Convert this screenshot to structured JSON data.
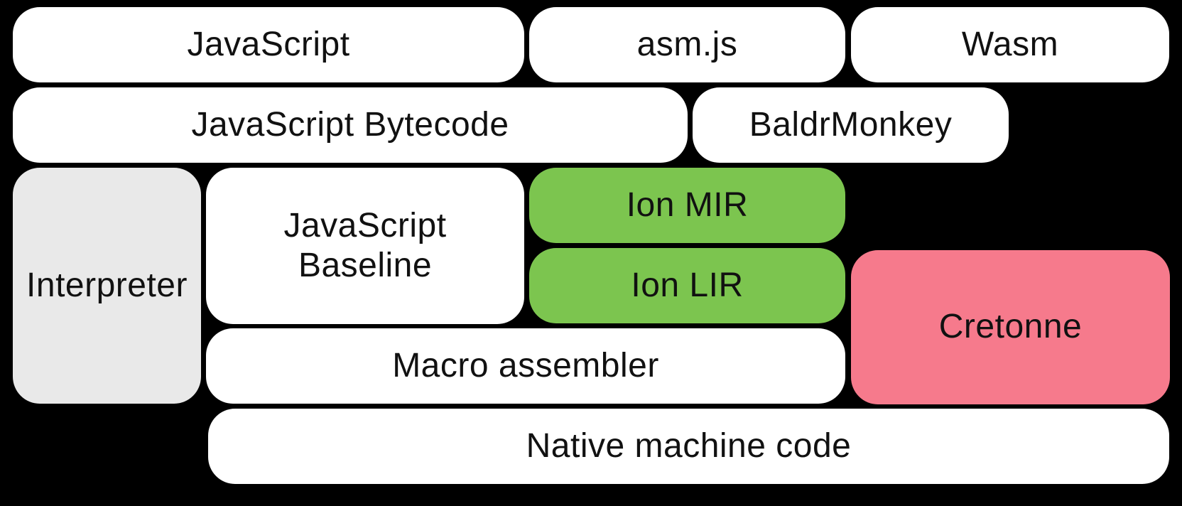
{
  "diagram": {
    "colors": {
      "background": "#000000",
      "box_default": "#FFFFFF",
      "interpreter_gray": "#E9E9E9",
      "ion_green": "#7CC54F",
      "cretonne_pink": "#F67A8C",
      "text": "#111111"
    },
    "nodes": {
      "javascript": {
        "label": "JavaScript",
        "fill": "#FFFFFF"
      },
      "asmjs": {
        "label": "asm.js",
        "fill": "#FFFFFF"
      },
      "wasm": {
        "label": "Wasm",
        "fill": "#FFFFFF"
      },
      "bytecode": {
        "label": "JavaScript Bytecode",
        "fill": "#FFFFFF"
      },
      "baldrmonkey": {
        "label": "BaldrMonkey",
        "fill": "#FFFFFF"
      },
      "interpreter": {
        "label": "Interpreter",
        "fill": "#E9E9E9"
      },
      "baseline": {
        "label": "JavaScript Baseline",
        "fill": "#FFFFFF"
      },
      "ion_mir": {
        "label": "Ion MIR",
        "fill": "#7CC54F"
      },
      "ion_lir": {
        "label": "Ion LIR",
        "fill": "#7CC54F"
      },
      "cretonne": {
        "label": "Cretonne",
        "fill": "#F67A8C"
      },
      "macro_assembler": {
        "label": "Macro assembler",
        "fill": "#FFFFFF"
      },
      "native_code": {
        "label": "Native machine code",
        "fill": "#FFFFFF"
      }
    }
  }
}
